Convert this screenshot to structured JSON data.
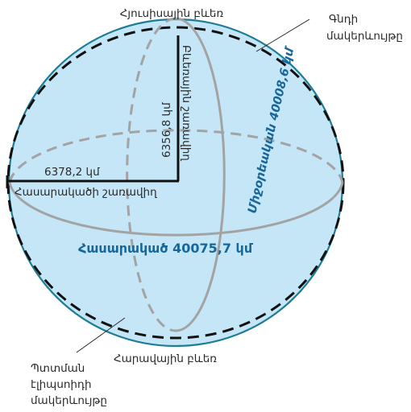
{
  "diagram": {
    "labels": {
      "north_pole": "Հյուսիսային բևեռ",
      "south_pole": "Հարավային բևեռ",
      "sphere_surface_line1": "Գնդի",
      "sphere_surface_line2": "մակերևույթը",
      "ellipsoid_surface_line1": "Պտտման",
      "ellipsoid_surface_line2": "էլիպսոիդի",
      "ellipsoid_surface_line3": "մակերևույթը",
      "equatorial_radius_value": "6378,2 կմ",
      "equatorial_radius_name": "Հասարակածի շառավիղ",
      "polar_radius_value": "6356,8 կմ",
      "polar_radius_name": "Բևեռային շառավիղ",
      "meridian": "Միջօրեական 40008,6 կմ",
      "equator": "Հասարակած 40075,7 կմ"
    },
    "colors": {
      "ellipsoid_fill": "#c5e6f6",
      "sphere_outline": "#1e7d96",
      "ellipsoid_outline": "#111111",
      "grid_lines": "#a3a3a3",
      "radius_lines": "#111111",
      "blue_text": "#17679a"
    }
  }
}
